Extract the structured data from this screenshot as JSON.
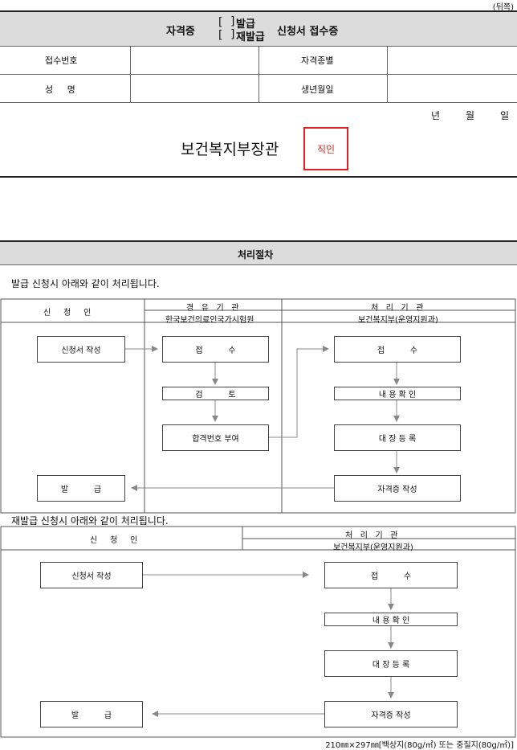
{
  "page_note": "(뒤쪽)",
  "receipt": {
    "title_prefix": "자격증",
    "bracket_open": "[",
    "bracket_close": "]",
    "opt_issue": "발급",
    "opt_reissue": "재발급",
    "title_suffix": "신청서 접수증",
    "fields": {
      "receipt_no": "접수번호",
      "qual_type": "자격종별",
      "name": "성     명",
      "birth": "생년월일"
    },
    "date": {
      "year": "년",
      "month": "월",
      "day": "일"
    },
    "minister": "보건복지부장관",
    "seal": "직인"
  },
  "procedure": {
    "title": "처리절차",
    "issue": {
      "intro": "발급 신청시 아래와 같이 처리됩니다.",
      "col_applicant": "신     청     인",
      "col_via": "경   유   기   관",
      "col_via_org": "한국보건의료인국가시험원",
      "col_proc": "처   리   기   관",
      "col_proc_org": "보건복지부(운영지원과)",
      "steps": {
        "apply": "신청서 작성",
        "receive": "접          수",
        "review": "검          토",
        "assign": "합격번호 부여",
        "receive2": "접          수",
        "check": "내 용 확 인",
        "register": "대 장 등 록",
        "make": "자격증 작성",
        "issue": "발          급"
      }
    },
    "reissue": {
      "intro": "재발급 신청시 아래와 같이 처리됩니다.",
      "col_applicant": "신     청     인",
      "col_proc": "처   리   기   관",
      "col_proc_org": "보건복지부(운영지원과)",
      "steps": {
        "apply": "신청서 작성",
        "receive": "접          수",
        "check": "내 용 확 인",
        "register": "대 장 등 록",
        "make": "자격증 작성",
        "issue": "발          급"
      }
    }
  },
  "footer": "210㎜×297㎜[백상지(80g/㎡) 또는 중질지(80g/㎡)]"
}
